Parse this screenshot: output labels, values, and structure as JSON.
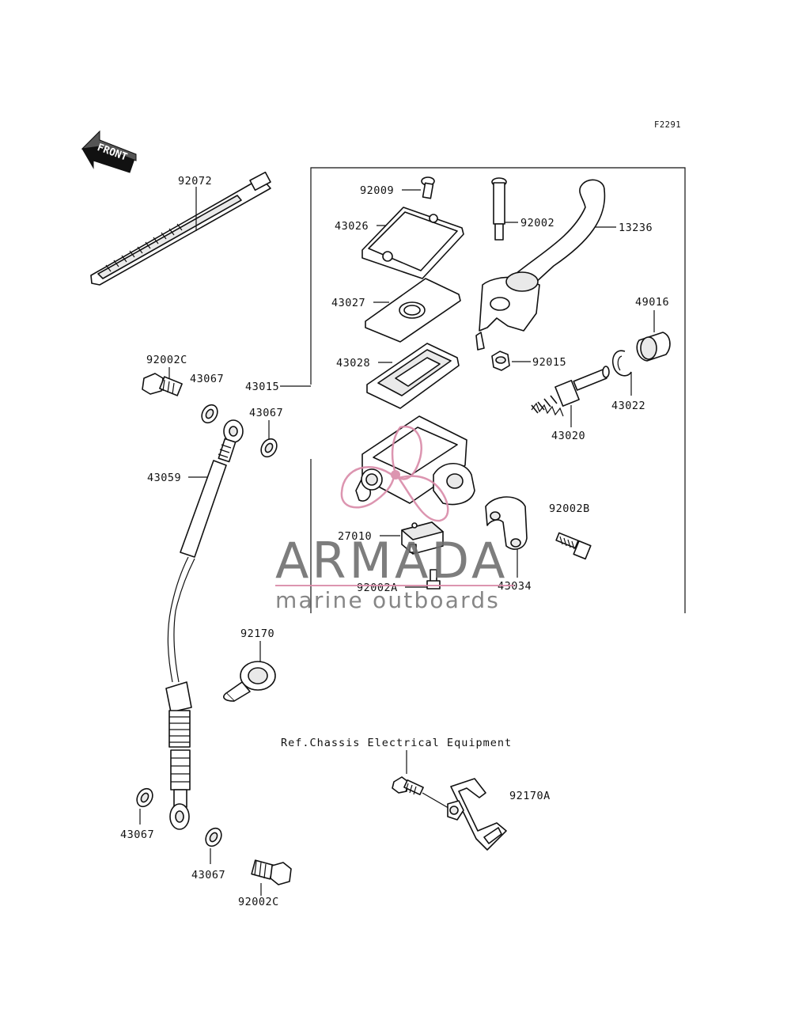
{
  "diagram_code": "F2291",
  "front_label": "FRONT",
  "reference_note": "Ref.Chassis Electrical Equipment",
  "watermark": {
    "brand": "ARMADA",
    "tagline": "marine outboards",
    "accent_color": "#d98aa8"
  },
  "parts": {
    "p92072": "92072",
    "p92009": "92009",
    "p92002": "92002",
    "p13236": "13236",
    "p43026": "43026",
    "p43027": "43027",
    "p43028": "43028",
    "p92015": "92015",
    "p49016": "49016",
    "p43022": "43022",
    "p43015": "43015",
    "p43020": "43020",
    "p92002C_top": "92002C",
    "p43067_a": "43067",
    "p43067_b": "43067",
    "p43059": "43059",
    "p27010": "27010",
    "p92002B": "92002B",
    "p92002A": "92002A",
    "p43034": "43034",
    "p92170": "92170",
    "p92170A": "92170A",
    "p43067_c": "43067",
    "p43067_d": "43067",
    "p92002C_bottom": "92002C"
  }
}
